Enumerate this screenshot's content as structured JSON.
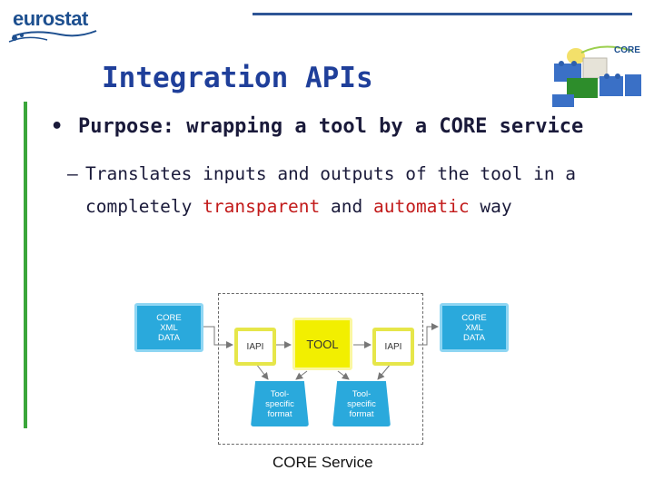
{
  "header": {
    "logo_text": "eurostat",
    "badge_text": "CORE"
  },
  "slide": {
    "title": "Integration APIs",
    "bullet_marker": "•",
    "bullet": "Purpose: wrapping a tool by a CORE service",
    "sub_marker": "–",
    "sub_line1": "Translates inputs and outputs of the tool in a",
    "sub_line2_prefix": "completely ",
    "sub_highlight1": "transparent",
    "sub_line2_middle": " and ",
    "sub_highlight2": "automatic",
    "sub_line2_suffix": " way"
  },
  "diagram": {
    "input_data": [
      "CORE",
      "XML",
      "DATA"
    ],
    "output_data": [
      "CORE",
      "XML",
      "DATA"
    ],
    "iapi_left": "IAPI",
    "iapi_right": "IAPI",
    "tool": "TOOL",
    "format_left": [
      "Tool-",
      "specific",
      "format"
    ],
    "format_right": [
      "Tool-",
      "specific",
      "format"
    ],
    "caption": "CORE Service"
  },
  "colors": {
    "title": "#1f3f9a",
    "highlight": "#c21a1a",
    "data_box": "#2aa9dc",
    "tool_box": "#f2ef00",
    "accent_bar": "#3aa63a"
  }
}
